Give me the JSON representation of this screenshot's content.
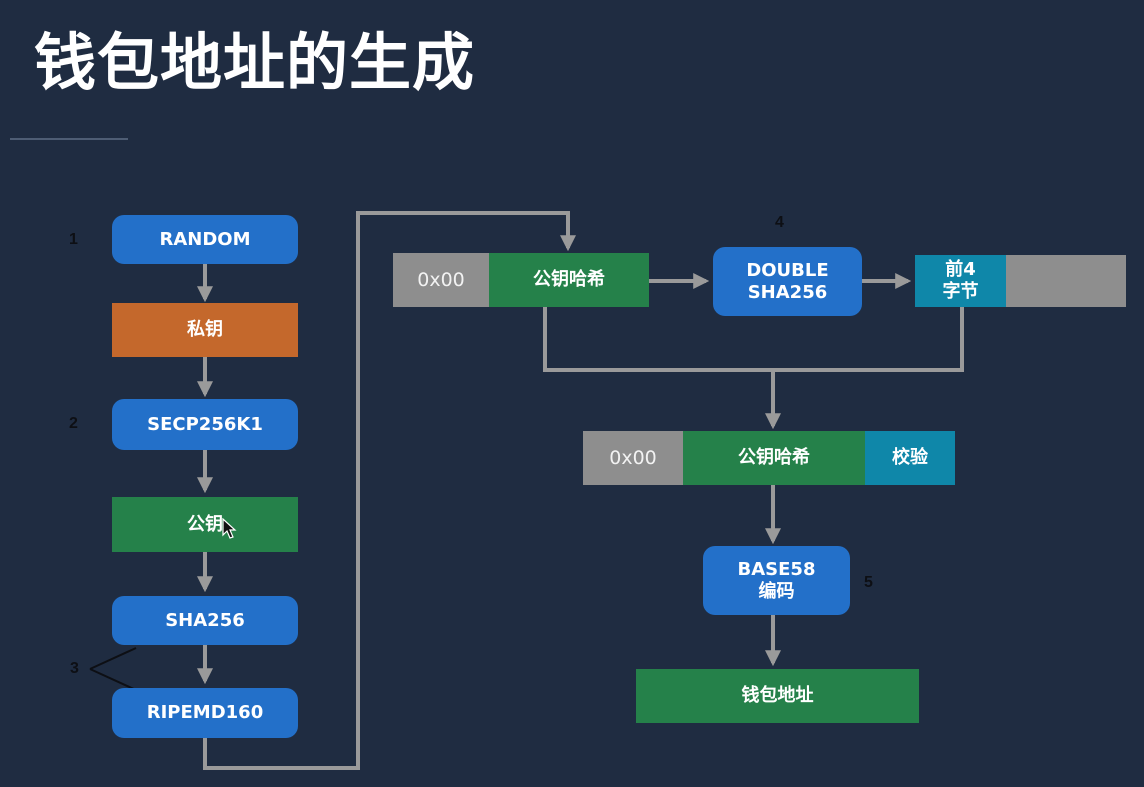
{
  "title": "钱包地址的生成",
  "steps": {
    "s1": "1",
    "s2": "2",
    "s3": "3",
    "s4": "4",
    "s5": "5"
  },
  "left_chain": {
    "random": "RANDOM",
    "private_key": "私钥",
    "secp": "SECP256K1",
    "public_key": "公钥",
    "sha256": "SHA256",
    "ripemd": "RIPEMD160"
  },
  "top_row": {
    "version": "0x00",
    "pubkey_hash": "公钥哈希",
    "double_sha_line1": "DOUBLE",
    "double_sha_line2": "SHA256",
    "first4_line1": "前4",
    "first4_line2": "字节"
  },
  "mid_row": {
    "version": "0x00",
    "pubkey_hash": "公钥哈希",
    "checksum": "校验"
  },
  "base58": {
    "line1": "BASE58",
    "line2": "编码"
  },
  "wallet_address": "钱包地址",
  "colors": {
    "background": "#1f2c41",
    "blue": "#2370c9",
    "green": "#25814a",
    "orange": "#c4682c",
    "teal": "#0f87a9",
    "gray": "#8e8e8e",
    "connector": "#9a9a9a"
  }
}
